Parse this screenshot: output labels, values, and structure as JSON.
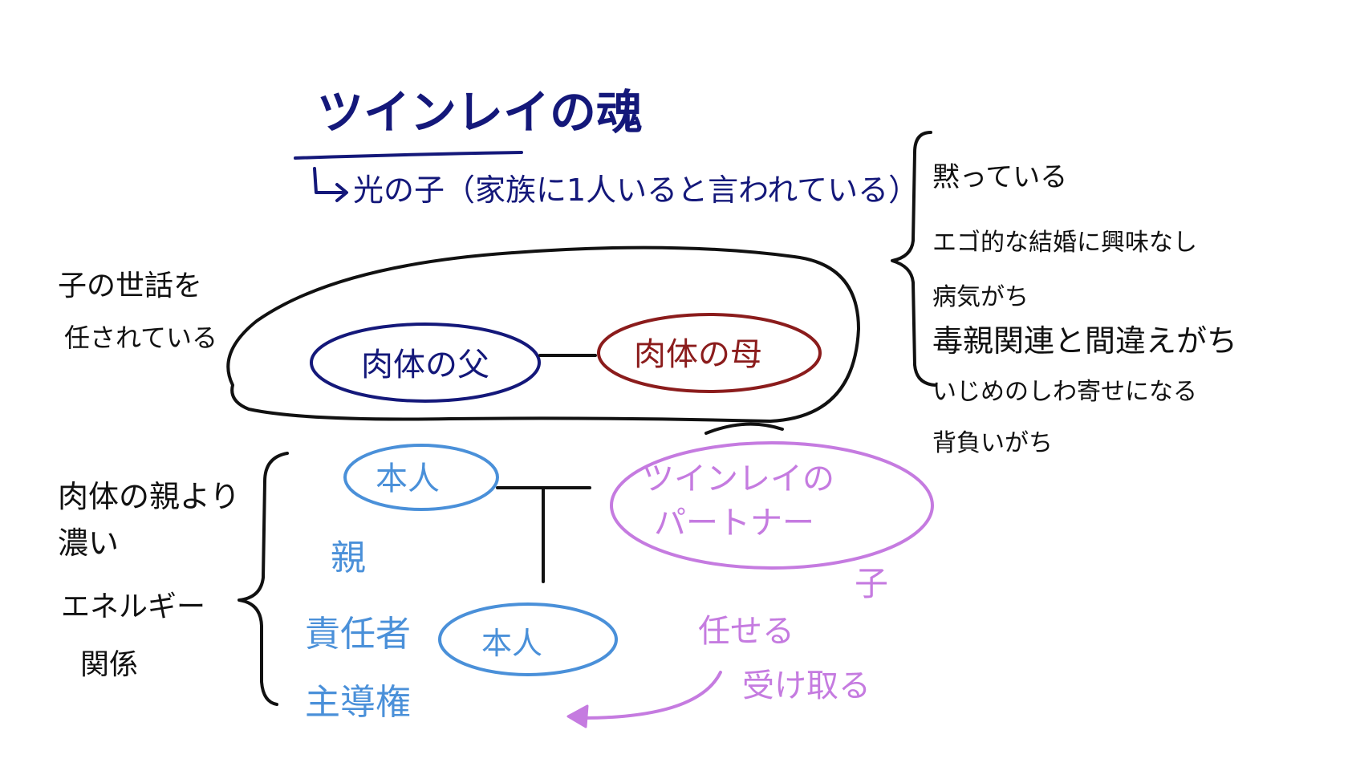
{
  "colors": {
    "black": "#111111",
    "navy": "#14187a",
    "dark_red": "#8b1c1c",
    "blue": "#4a90d9",
    "violet": "#c57be0",
    "background": "#ffffff"
  },
  "title": "ツインレイの魂",
  "subtitle": "光の子（家族に1人いると言われている）",
  "traits": [
    "黙っている",
    "エゴ的な結婚に興味なし",
    "病気がち",
    "毒親関連と間違えがち",
    "いじめのしわ寄せになる",
    "背負いがち"
  ],
  "left_top_note": [
    "子の世話を",
    "任されている"
  ],
  "left_bottom_note": [
    "肉体の親より",
    "濃い",
    "エネルギー",
    "関係"
  ],
  "parents": {
    "father": "肉体の父",
    "mother": "肉体の母"
  },
  "self_top": "本人",
  "partner": [
    "ツインレイの",
    "パートナー"
  ],
  "child_label": "子",
  "roles": [
    "親",
    "責任者",
    "主導権"
  ],
  "self_bottom": "本人",
  "entrust": "任せる",
  "receive": "受け取る"
}
